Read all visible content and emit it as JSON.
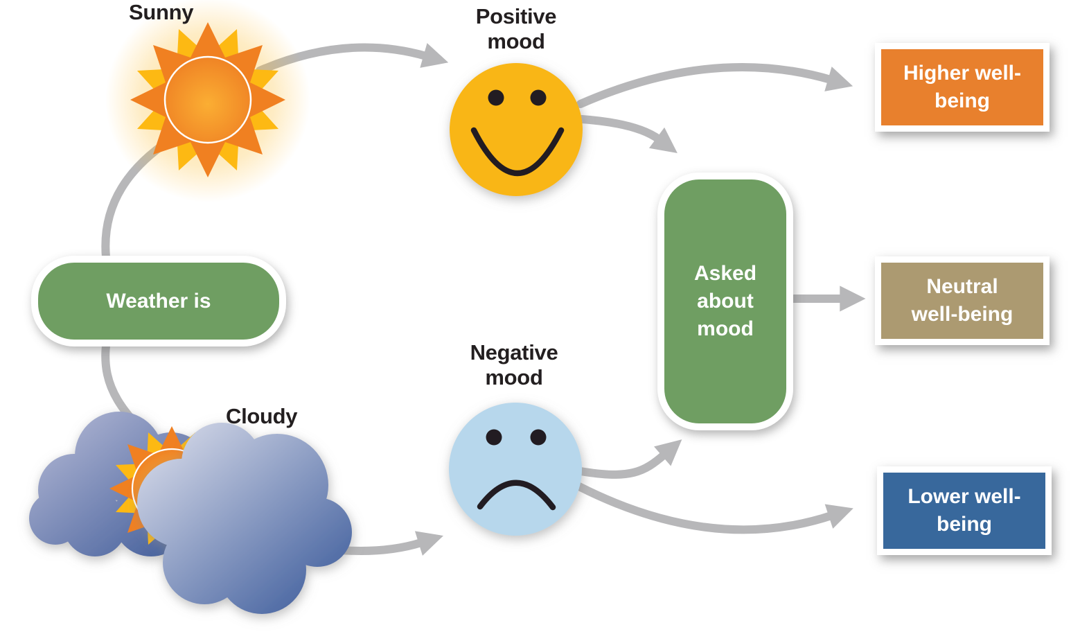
{
  "nodes": {
    "sunny": {
      "label": "Sunny"
    },
    "cloudy": {
      "label": "Cloudy"
    },
    "weather": {
      "label": "Weather is"
    },
    "positive_mood": {
      "label": "Positive mood"
    },
    "negative_mood": {
      "label": "Negative mood"
    },
    "asked_about_mood": {
      "label": "Asked about mood"
    },
    "higher_well_being": {
      "label": "Higher well-being"
    },
    "neutral_well_being": {
      "label": "Neutral well-being"
    },
    "lower_well_being": {
      "label": "Lower well-being"
    }
  },
  "edges": [
    {
      "from": "weather",
      "to": "sunny"
    },
    {
      "from": "weather",
      "to": "cloudy"
    },
    {
      "from": "sunny",
      "to": "positive_mood"
    },
    {
      "from": "cloudy",
      "to": "negative_mood"
    },
    {
      "from": "positive_mood",
      "to": "higher_well_being"
    },
    {
      "from": "positive_mood",
      "to": "asked_about_mood"
    },
    {
      "from": "negative_mood",
      "to": "asked_about_mood"
    },
    {
      "from": "negative_mood",
      "to": "lower_well_being"
    },
    {
      "from": "asked_about_mood",
      "to": "neutral_well_being"
    }
  ],
  "colors": {
    "box_green": "#6F9E62",
    "outcome_orange": "#E8802D",
    "outcome_tan": "#AC9A71",
    "outcome_blue": "#38689C",
    "smiley_yellow": "#F9B616",
    "sad_blue": "#B7D7EC",
    "arrow_gray": "#B7B7B9",
    "face_features": "#231F20",
    "label_text": "#231F20",
    "node_text": "#FFFFFF",
    "sun_orange": "#EE7E23",
    "sun_yellow": "#FDB913",
    "cloud_light": "#C9CFE2",
    "cloud_dark": "#3E5A98",
    "background": "#FFFFFF"
  }
}
